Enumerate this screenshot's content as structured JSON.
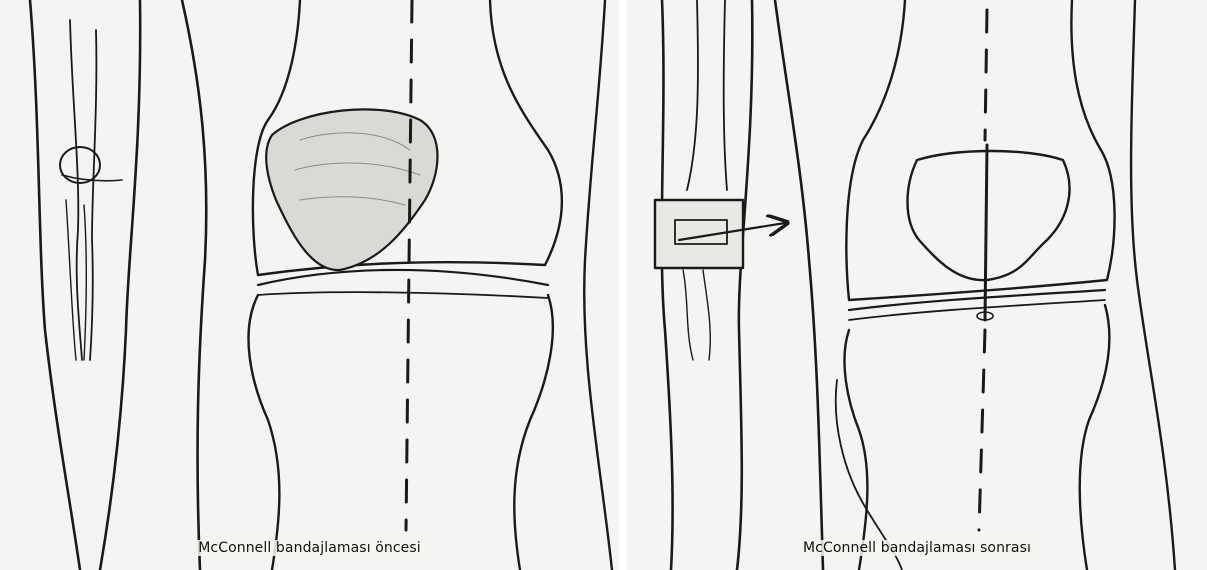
{
  "figure": {
    "panels": [
      {
        "id": "before",
        "caption": "McConnell bandajlaması öncesi"
      },
      {
        "id": "after",
        "caption": "McConnell bandajlaması sonrası"
      }
    ],
    "colors": {
      "background": "#f4f4f2",
      "ink": "#1a1a1a",
      "patella_shade": "#d9d9d6"
    },
    "annotations": {
      "before": {
        "reference_line": "dashed-vertical",
        "patella_position": "lateral-shifted"
      },
      "after": {
        "reference_line": "dashed-vertical",
        "patella_position": "centered",
        "tape": true,
        "arrow": "medial-pull"
      }
    }
  }
}
